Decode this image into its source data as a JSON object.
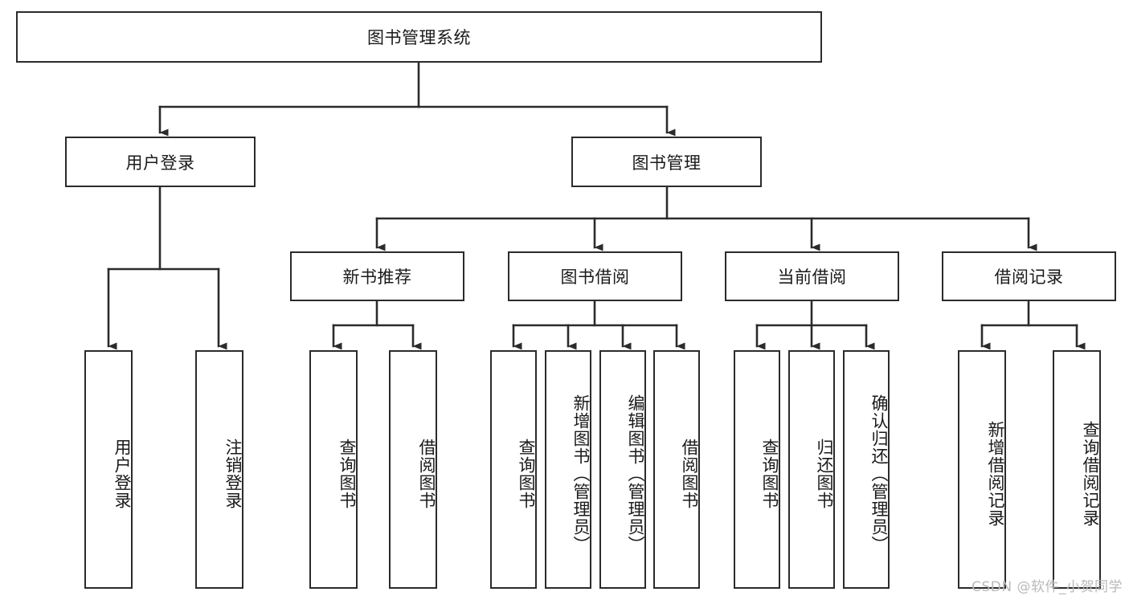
{
  "diagram": {
    "title": "图书管理系统",
    "type": "tree-hierarchy",
    "watermark": "CSDN @软件_小贺同学",
    "colors": {
      "stroke": "#2b2b2b",
      "fill": "#ffffff",
      "text": "#1a1a1a",
      "watermark": "#b9b9b9"
    }
  },
  "nodes": {
    "root": {
      "label": "图书管理系统"
    },
    "level2": [
      {
        "id": "user-login",
        "label": "用户登录"
      },
      {
        "id": "book-manage",
        "label": "图书管理"
      }
    ],
    "level3": [
      {
        "id": "new-book-recommend",
        "label": "新书推荐"
      },
      {
        "id": "book-borrow",
        "label": "图书借阅"
      },
      {
        "id": "current-borrow",
        "label": "当前借阅"
      },
      {
        "id": "borrow-record",
        "label": "借阅记录"
      }
    ],
    "leaves": {
      "user_login": [
        {
          "id": "leaf-user-login",
          "label": "用户登录"
        },
        {
          "id": "leaf-logout-login",
          "label": "注销登录"
        }
      ],
      "new_book_recommend": [
        {
          "id": "leaf-query-book-1",
          "label": "查询图书"
        },
        {
          "id": "leaf-borrow-book-1",
          "label": "借阅图书"
        }
      ],
      "book_borrow": [
        {
          "id": "leaf-query-book-2",
          "label": "查询图书"
        },
        {
          "id": "leaf-add-book",
          "label": "新增图书（管理员）"
        },
        {
          "id": "leaf-edit-book",
          "label": "编辑图书（管理员）"
        },
        {
          "id": "leaf-borrow-book-2",
          "label": "借阅图书"
        }
      ],
      "current_borrow": [
        {
          "id": "leaf-query-book-3",
          "label": "查询图书"
        },
        {
          "id": "leaf-return-book",
          "label": "归还图书"
        },
        {
          "id": "leaf-confirm-return",
          "label": "确认归还（管理员）"
        }
      ],
      "borrow_record": [
        {
          "id": "leaf-add-record",
          "label": "新增借阅记录"
        },
        {
          "id": "leaf-query-record",
          "label": "查询借阅记录"
        }
      ]
    }
  }
}
